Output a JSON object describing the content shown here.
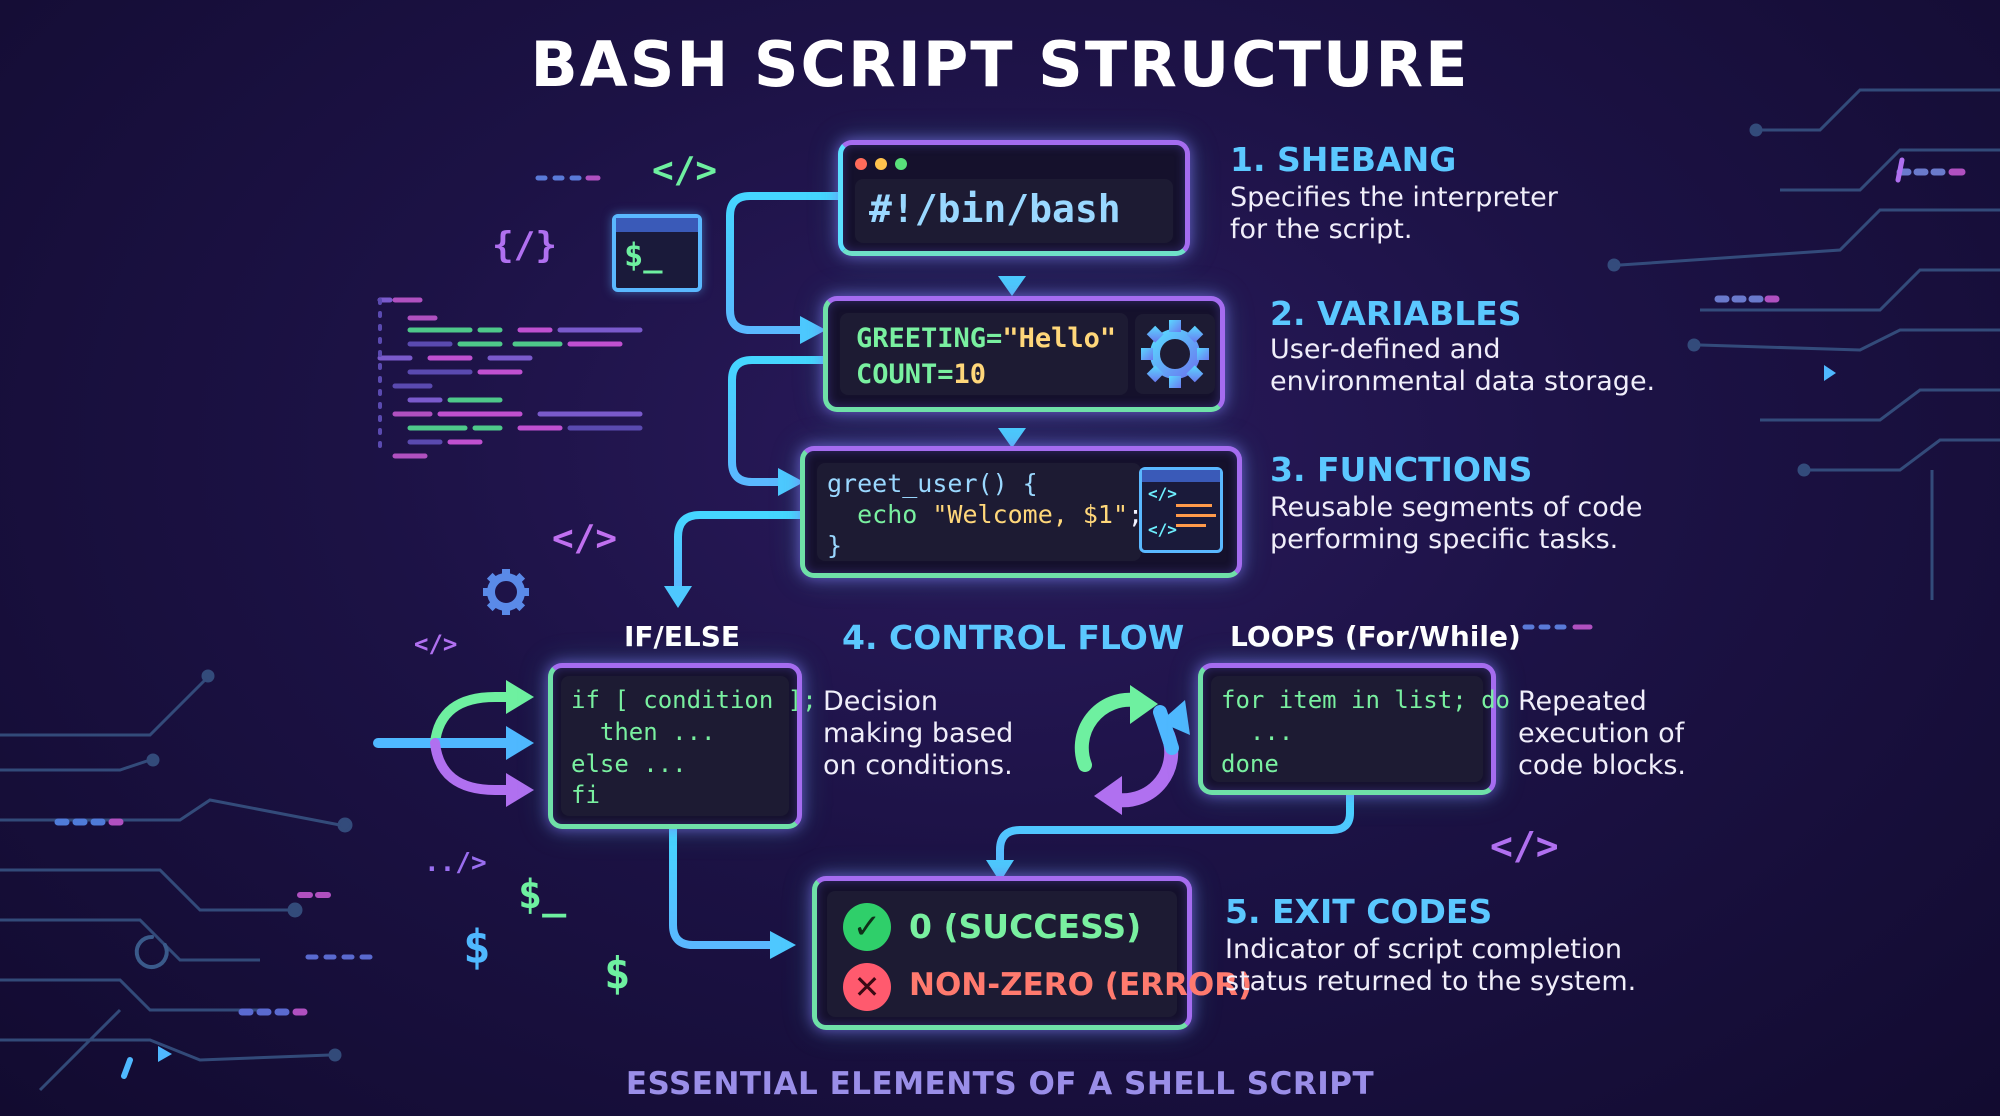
{
  "title": "BASH SCRIPT STRUCTURE",
  "subtitle": "ESSENTIAL ELEMENTS OF A SHELL SCRIPT",
  "shebang": {
    "heading": "1. SHEBANG",
    "description": "Specifies the interpreter\nfor the script.",
    "code": "#!/bin/bash"
  },
  "variables": {
    "heading": "2. VARIABLES",
    "description": "User-defined and\nenvironmental data storage.",
    "line1_name": "GREETING=",
    "line1_value": "\"Hello\"",
    "line2_name": "COUNT=",
    "line2_value": "10"
  },
  "functions": {
    "heading": "3. FUNCTIONS",
    "description": "Reusable segments of code\nperforming specific tasks.",
    "line1": "greet_user() {",
    "line2_kw": "  echo ",
    "line2_str": "\"Welcome, $1\"",
    "line2_end": ";",
    "line3": "}"
  },
  "control_flow": {
    "heading": "4. CONTROL FLOW",
    "if_label": "IF/ELSE",
    "if_description": "Decision\nmaking based\non conditions.",
    "if_line1": "if [ condition ];",
    "if_line2": "  then ...",
    "if_line3": "else ...",
    "if_line4": "fi",
    "loop_label": "LOOPS (For/While)",
    "loop_description": "Repeated\nexecution of\ncode blocks.",
    "loop_line1": "for item in list; do",
    "loop_line2": "  ...",
    "loop_line3": "done"
  },
  "exit_codes": {
    "heading": "5. EXIT CODES",
    "description": "Indicator of script completion\nstatus returned to the system.",
    "success": "0 (SUCCESS)",
    "error": "NON-ZERO (ERROR)"
  },
  "decorations": {
    "tag1": "</>",
    "tag2": "{/}",
    "tag3": "</>",
    "tag4": "</>",
    "tag5": "</>",
    "tag6": "../>",
    "prompt1": "$_",
    "prompt2": "$_",
    "dollar1": "$",
    "dollar2": "$",
    "mini_tag": "</>"
  },
  "colors": {
    "accent_cyan": "#5bc8ff",
    "accent_green": "#79f0a0",
    "accent_purple": "#a56cf0",
    "success_green": "#2fcf6a",
    "error_red": "#ff5a6e",
    "error_text": "#ff7a6e"
  },
  "icons": [
    "gear-icon",
    "terminal-window-icon",
    "code-window-icon",
    "branch-arrows-icon",
    "cycle-arrows-icon",
    "checkmark-icon",
    "x-icon"
  ]
}
